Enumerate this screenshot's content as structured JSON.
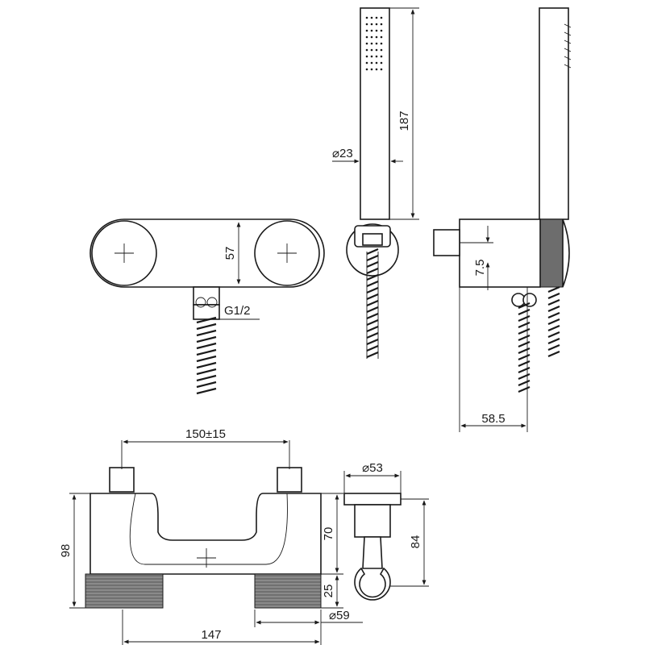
{
  "dimensions": {
    "hand_shower_length": "187",
    "hand_shower_diameter": "⌀23",
    "body_height": "57",
    "inlet_thread": "G1/2",
    "inlet_offset": "7.5",
    "wall_projection": "58.5",
    "inlet_centers": "150±15",
    "total_height": "98",
    "body_lower_height": "70",
    "knob_height": "25",
    "knob_width": "147",
    "holder_flange_diameter": "⌀53",
    "holder_height": "84",
    "knob_diameter": "⌀59"
  }
}
